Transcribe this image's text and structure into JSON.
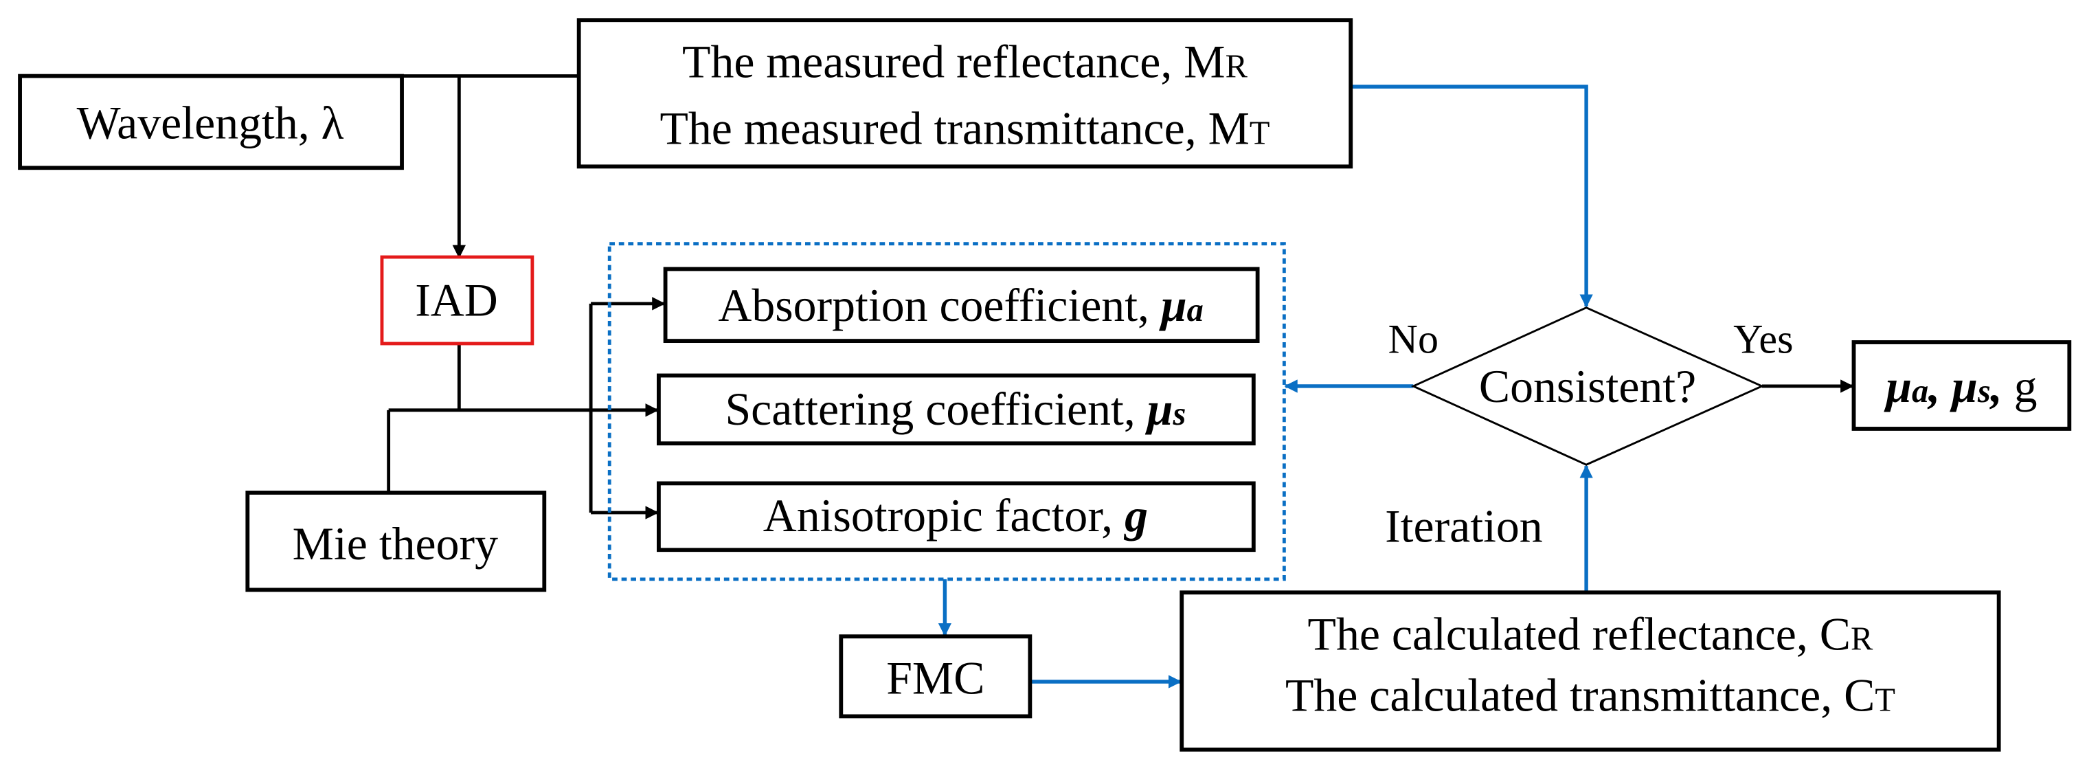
{
  "colors": {
    "flow_black": "#000000",
    "feedback_blue": "#0a6fc4",
    "iad_border": "#e41a1a",
    "group_border": "#0a6fc4"
  },
  "nodes": {
    "wavelength": "Wavelength, λ",
    "measured": {
      "line1": "The measured reflectance, M",
      "line1_sub": "R",
      "line2": "The measured transmittance, M",
      "line2_sub": "T"
    },
    "iad": "IAD",
    "mie": "Mie theory",
    "absorption": {
      "text": "Absorption coefficient, ",
      "symbol": "μ",
      "sub": "a"
    },
    "scattering": {
      "text": "Scattering coefficient, ",
      "symbol": "μ",
      "sub": "s"
    },
    "anisotropic": {
      "text": "Anisotropic factor, ",
      "symbol": "g"
    },
    "fmc": "FMC",
    "calculated": {
      "line1": "The calculated reflectance, C",
      "line1_sub": "R",
      "line2": "The calculated transmittance, C",
      "line2_sub": "T"
    },
    "decision": "Consistent?",
    "result": {
      "mu": "μ",
      "a": "a",
      "sep1": ", ",
      "s": "s",
      "sep2": ", ",
      "g": "g"
    }
  },
  "edge_labels": {
    "no": "No",
    "yes": "Yes",
    "iteration": "Iteration"
  }
}
